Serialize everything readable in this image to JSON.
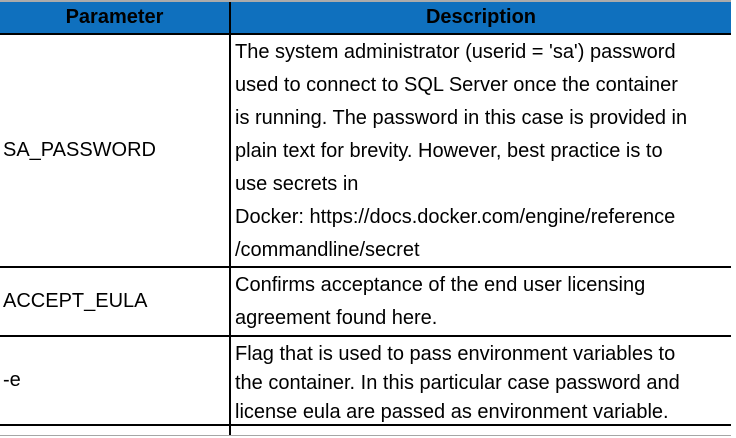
{
  "table": {
    "columns": [
      {
        "label": "Parameter"
      },
      {
        "label": "Description"
      }
    ],
    "rows": [
      {
        "parameter": "SA_PASSWORD",
        "description": "The system administrator (userid = 'sa') password\nused to connect to SQL Server once the container\nis running. The password in this case is provided in\nplain text for brevity. However, best practice is to\nuse secrets in\nDocker: https://docs.docker.com/engine/reference\n/commandline/secret"
      },
      {
        "parameter": "ACCEPT_EULA",
        "description": "Confirms acceptance of the end user licensing\nagreement found here."
      },
      {
        "parameter": "-e",
        "description": "Flag that is used to pass environment variables to\nthe container. In this particular case password and\nlicense eula are passed as environment variable."
      }
    ],
    "colors": {
      "header_bg": "#0f70be",
      "header_text": "#000000",
      "border": "#000000",
      "top_edge": "#ababab"
    }
  }
}
